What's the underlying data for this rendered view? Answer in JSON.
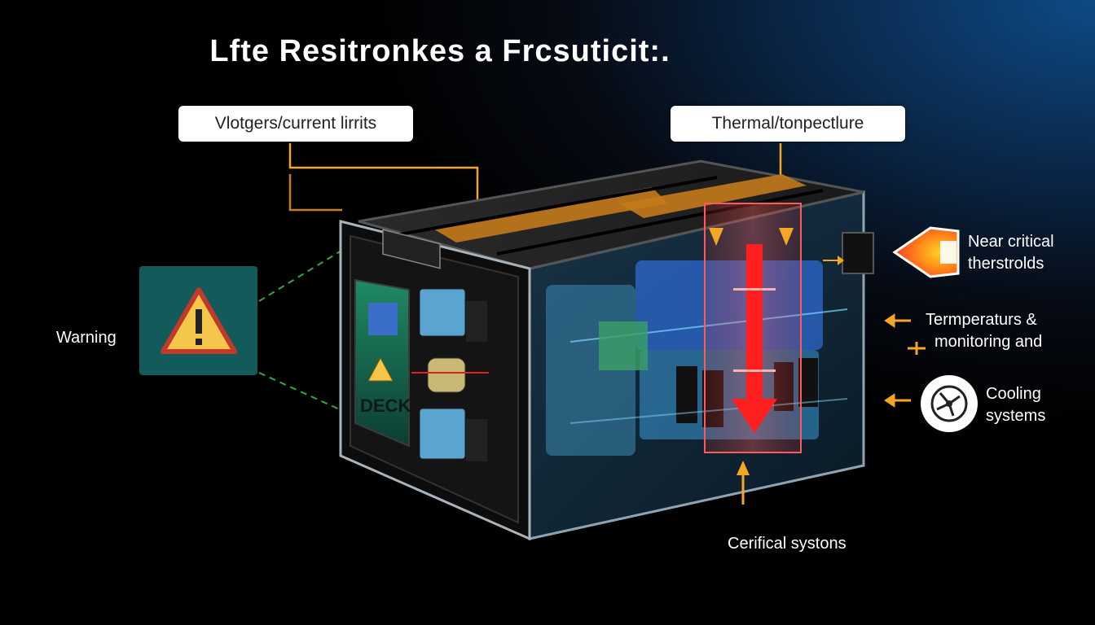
{
  "title": "Lfte Resitronkes a Frcsuticit:.",
  "labels": {
    "voltage_box": "Vlotgers/current lirrits",
    "thermal_box": "Thermal/tonpectlure",
    "warning": "Warning",
    "near_critical_1": "Near critical",
    "near_critical_2": "therstrolds",
    "temperature_1": "Termperaturs &",
    "temperature_2": "monitoring and",
    "cooling_1": "Cooling",
    "cooling_2": "systems",
    "central_systems": "Cerifical systons"
  },
  "battery_panel_text": "DECK",
  "icons": [
    "warning-icon",
    "flame-sensor-icon",
    "cooling-fan-icon",
    "down-arrow-icon"
  ],
  "colors": {
    "accent_orange": "#f5a623",
    "warning_panel": "#135b5b",
    "warning_triangle": "#f4c64a",
    "heat_red": "#ff1f1f",
    "cell_blue": "#4aa8ff"
  }
}
